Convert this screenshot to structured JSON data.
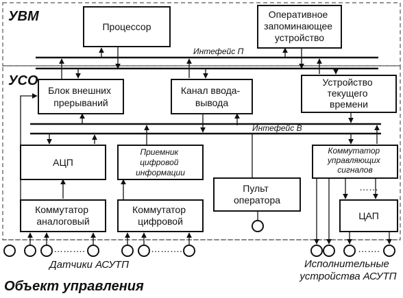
{
  "zones": {
    "uvm": "УВМ",
    "uso": "УСО",
    "object": "Объект управления"
  },
  "blocks": {
    "processor": [
      "Процессор"
    ],
    "ram": [
      "Оперативное",
      "запоминающее",
      "устройство"
    ],
    "interrupts": [
      "Блок внешних",
      "прерываний"
    ],
    "io_channel": [
      "Канал ввода-",
      "вывода"
    ],
    "clock": [
      "Устройство",
      "текущего",
      "времени"
    ],
    "adc": [
      "АЦП"
    ],
    "digital_receiver": [
      "Приемник",
      "цифровой",
      "информации"
    ],
    "control_switch": [
      "Коммутатор",
      "управляющих",
      "сигналов"
    ],
    "operator_panel": [
      "Пульт",
      "оператора"
    ],
    "analog_switch": [
      "Коммутатор",
      "аналоговый"
    ],
    "digital_switch": [
      "Коммутатор",
      "цифровой"
    ],
    "dac": [
      "ЦАП"
    ]
  },
  "buses": {
    "p": "Интефейс П",
    "v": "Интефейс В"
  },
  "labels": {
    "sensors": "Датчики АСУТП",
    "actuators": [
      "Исполнительные",
      "устройства АСУТП"
    ],
    "dots": "……….",
    "dots_short": "……",
    "dots_mid": "……."
  },
  "icons": {
    "arrow": "arrow-head-icon",
    "sensor": "sensor-circle-icon"
  },
  "colors": {
    "stroke": "#111111",
    "dashed": "#555555",
    "background": "#ffffff"
  }
}
